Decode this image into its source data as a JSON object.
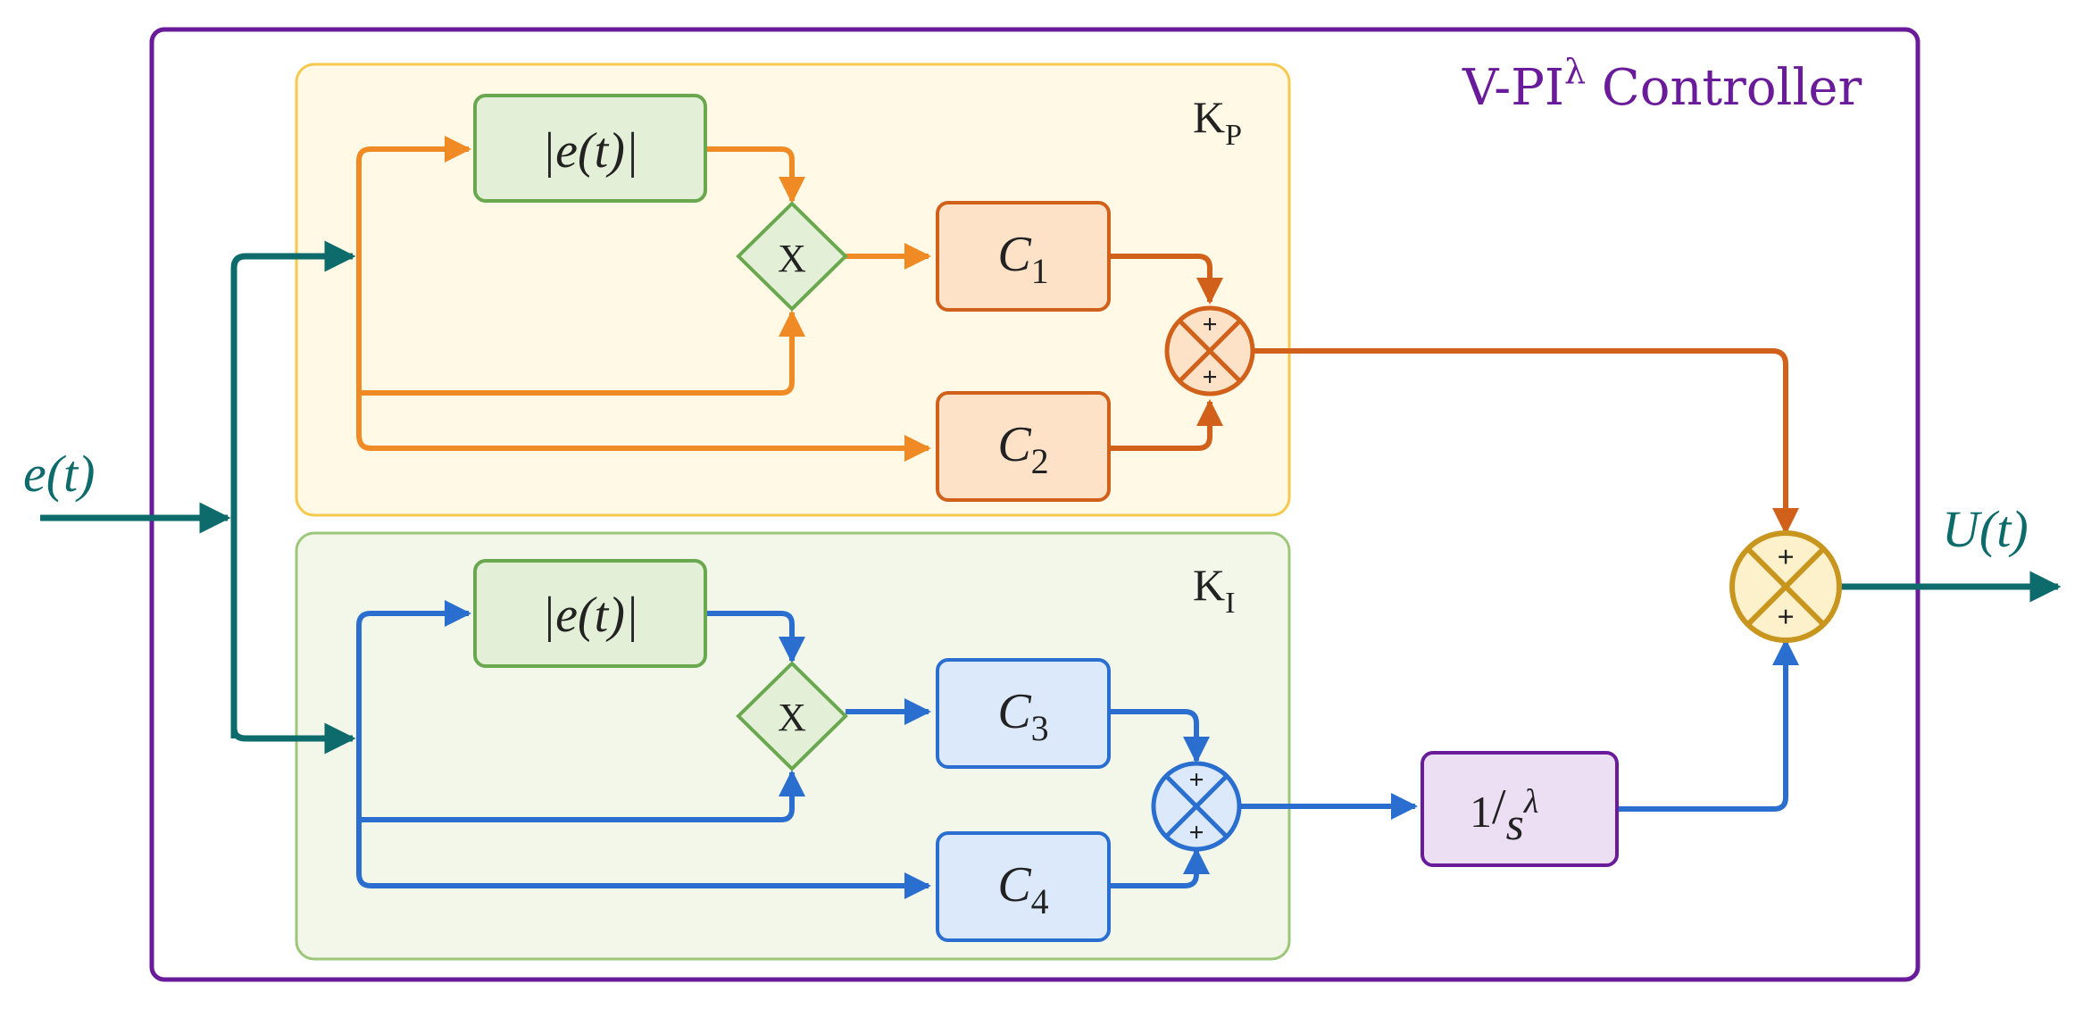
{
  "title": {
    "main": "V-PI",
    "superscript": "λ",
    "suffix": " Controller"
  },
  "input": {
    "label": "e(t)"
  },
  "output": {
    "label": "U(t)"
  },
  "proportional": {
    "gain": "K",
    "gain_sub": "P",
    "abs_block": "|e(t)|",
    "multiplier": "X",
    "c_top": {
      "letter": "C",
      "sub": "1"
    },
    "c_bottom": {
      "letter": "C",
      "sub": "2"
    },
    "sum_signs": [
      "+",
      "+"
    ]
  },
  "integral": {
    "gain": "K",
    "gain_sub": "I",
    "abs_block": "|e(t)|",
    "multiplier": "X",
    "c_top": {
      "letter": "C",
      "sub": "3"
    },
    "c_bottom": {
      "letter": "C",
      "sub": "4"
    },
    "sum_signs": [
      "+",
      "+"
    ]
  },
  "integrator": {
    "numerator": "1",
    "slash": "/",
    "base": "s",
    "exponent": "λ"
  },
  "final_sum_signs": [
    "+",
    "+"
  ],
  "colors": {
    "frame": "#6a1b9a",
    "teal": "#0e6b6b",
    "orange": "#f08a24",
    "dark_orange": "#d0601a",
    "blue": "#2a6fcf",
    "green": "#6aa84f",
    "gold": "#c8961e",
    "prop_bg": "#fff9e6",
    "prop_border": "#f6c94c",
    "int_bg": "#f2f7ea",
    "int_border": "#9cc77a"
  }
}
